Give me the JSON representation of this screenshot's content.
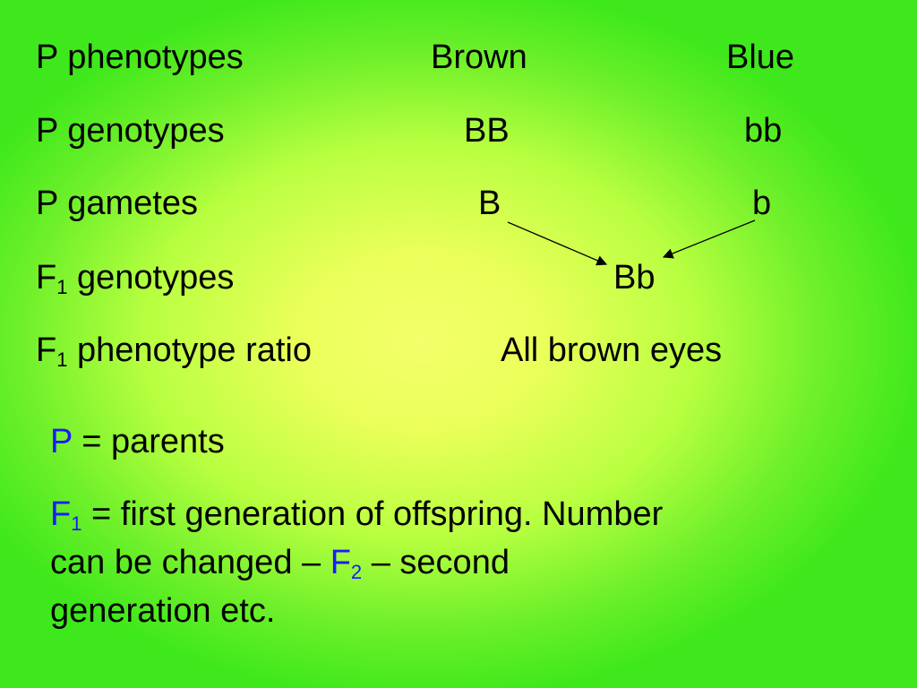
{
  "rows": {
    "p_phenotypes": {
      "label": "P phenotypes",
      "left": "Brown",
      "right": "Blue"
    },
    "p_genotypes": {
      "label": "P genotypes",
      "left": "BB",
      "right": "bb"
    },
    "p_gametes": {
      "label": "P gametes",
      "left": "B",
      "right": "b"
    },
    "f1_genotypes": {
      "label_prefix": "F",
      "label_sub": "1",
      "label_rest": " genotypes",
      "value": "Bb"
    },
    "f1_phenotype_ratio": {
      "label_prefix": "F",
      "label_sub": "1",
      "label_rest": " phenotype ratio",
      "value": "All brown eyes"
    }
  },
  "definitions": {
    "p": {
      "symbol": "P",
      "text": " = parents"
    },
    "f1": {
      "symbol": "F",
      "symbol_sub": "1",
      "text_1": " = first generation of offspring. Number",
      "text_2": "can be changed – ",
      "f2_symbol": "F",
      "f2_sub": "2",
      "text_3": " – second",
      "text_4": "generation etc."
    }
  },
  "colors": {
    "accent_symbols": "#1a1aff",
    "background_center": "#f4ff6a",
    "background_edge": "#3fe81c"
  }
}
